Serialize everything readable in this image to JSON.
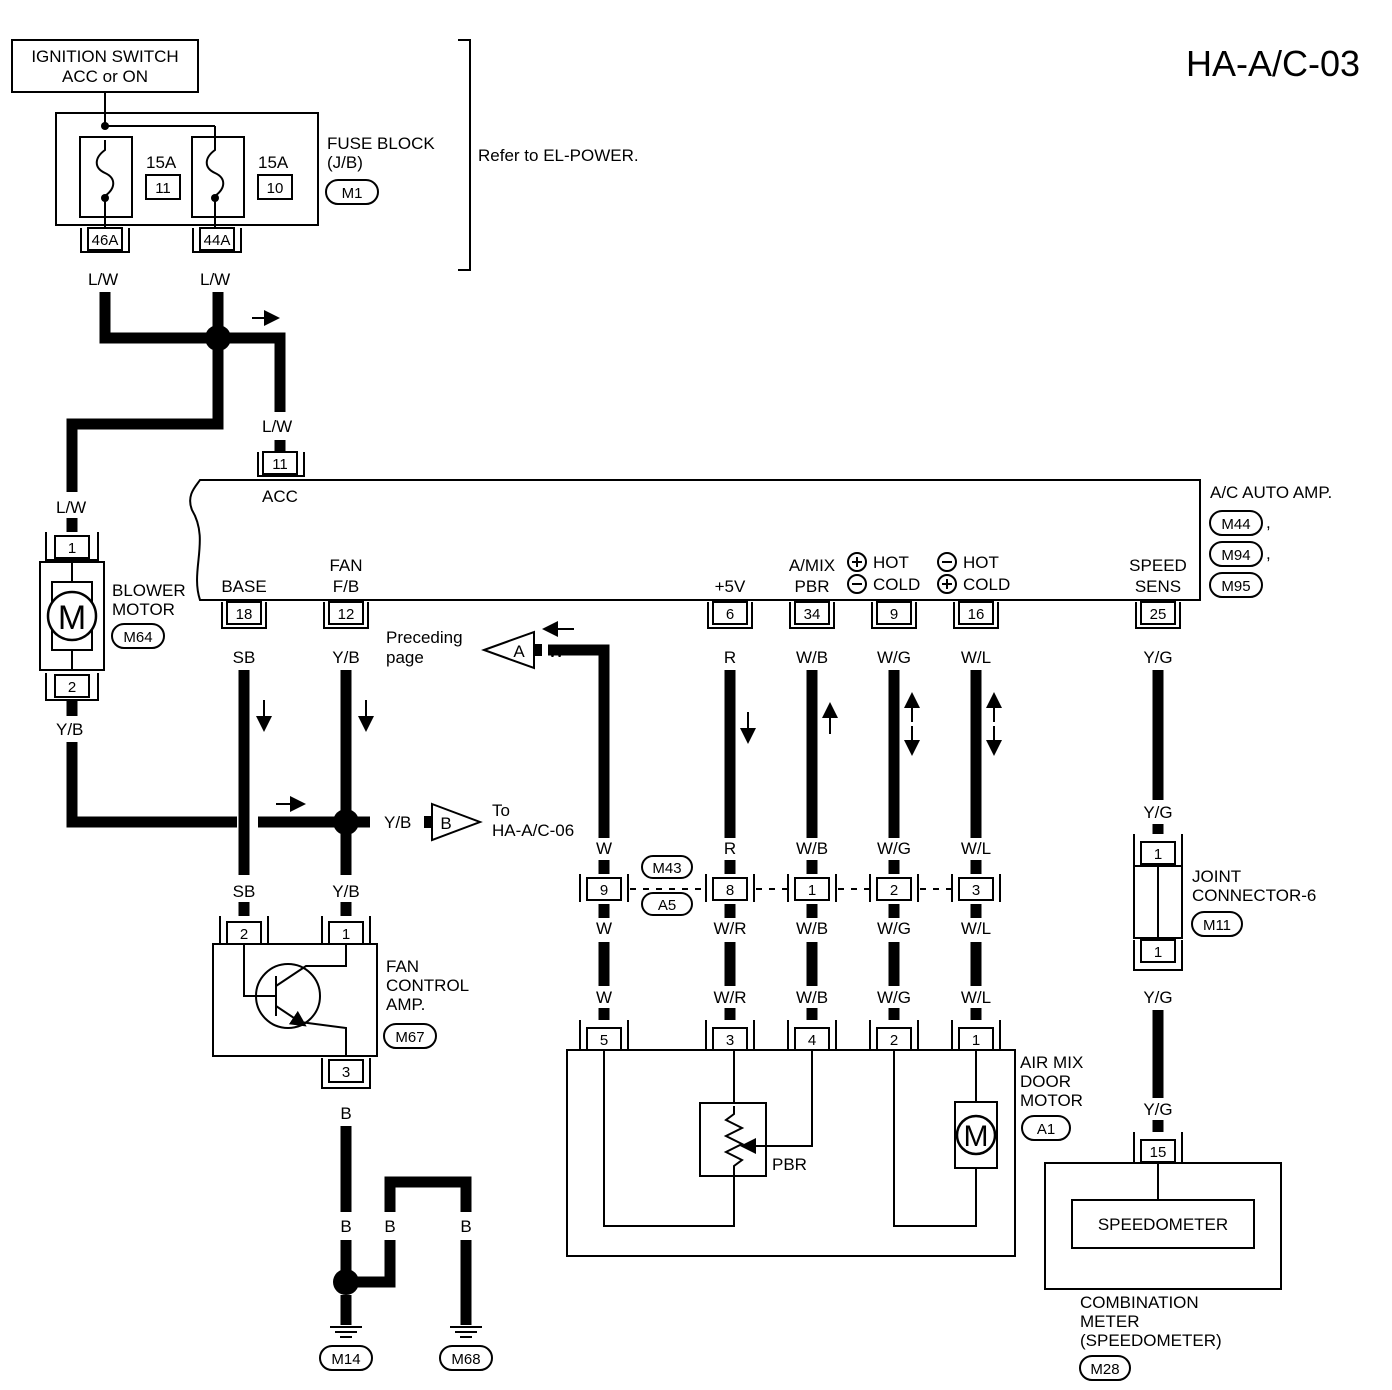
{
  "title": "HA-A/C-03",
  "ignition": {
    "line1": "IGNITION SWITCH",
    "line2": "ACC or ON"
  },
  "fuse_block": {
    "name_line1": "FUSE BLOCK",
    "name_line2": "(J/B)",
    "connector": "M1",
    "note": "Refer to EL-POWER.",
    "fuses": [
      {
        "amp": "15A",
        "number": "11",
        "terminal": "46A",
        "wire": "L/W"
      },
      {
        "amp": "15A",
        "number": "10",
        "terminal": "44A",
        "wire": "L/W"
      }
    ]
  },
  "blower_motor": {
    "name_line1": "BLOWER",
    "name_line2": "MOTOR",
    "connector": "M64",
    "symbol": "M",
    "pin_top": "1",
    "pin_bottom": "2",
    "wire_top": "L/W",
    "wire_bottom": "Y/B"
  },
  "ac_auto_amp": {
    "name": "A/C AUTO AMP.",
    "connectors": [
      "M44",
      "M94",
      "M95"
    ],
    "separator": ",",
    "acc_pin": "11",
    "acc_label": "ACC",
    "acc_wire": "L/W",
    "terminals": [
      {
        "label1": "",
        "label2": "BASE",
        "pin": "18",
        "wire": "SB"
      },
      {
        "label1": "FAN",
        "label2": "F/B",
        "pin": "12",
        "wire": "Y/B"
      },
      {
        "label1": "",
        "label2": "+5V",
        "pin": "6",
        "wire": "R"
      },
      {
        "label1": "A/MIX",
        "label2": "PBR",
        "pin": "34",
        "wire": "W/B"
      },
      {
        "label1": "HOT",
        "label2": "COLD",
        "pin": "9",
        "wire": "W/G"
      },
      {
        "label1": "HOT",
        "label2": "COLD",
        "pin": "16",
        "wire": "W/L"
      },
      {
        "label1": "SPEED",
        "label2": "SENS",
        "pin": "25",
        "wire": "Y/G"
      }
    ]
  },
  "preceding": {
    "line1": "Preceding",
    "line2": "page",
    "letter": "A",
    "wire": "W"
  },
  "to_next": {
    "line1": "To",
    "line2": "HA-A/C-06",
    "letter": "B",
    "wire": "Y/B"
  },
  "harness_connector": {
    "connectors": [
      "M43",
      "A5"
    ],
    "pins": [
      {
        "pin": "9",
        "wire_top": "W",
        "wire_bottom": "W"
      },
      {
        "pin": "8",
        "wire_top": "R",
        "wire_bottom": "W/R"
      },
      {
        "pin": "1",
        "wire_top": "W/B",
        "wire_bottom": "W/B"
      },
      {
        "pin": "2",
        "wire_top": "W/G",
        "wire_bottom": "W/G"
      },
      {
        "pin": "3",
        "wire_top": "W/L",
        "wire_bottom": "W/L"
      }
    ]
  },
  "fan_control_amp": {
    "name_line1": "FAN",
    "name_line2": "CONTROL",
    "name_line3": "AMP.",
    "connector": "M67",
    "pins": [
      "2",
      "1",
      "3"
    ],
    "wire_in_left": "SB",
    "wire_in_right": "Y/B",
    "wire_out": "B"
  },
  "grounds": {
    "wire": "B",
    "connectors": [
      "M14",
      "M68"
    ]
  },
  "air_mix_motor": {
    "name_line1": "AIR MIX",
    "name_line2": "DOOR",
    "name_line3": "MOTOR",
    "connector": "A1",
    "pbr_label": "PBR",
    "symbol": "M",
    "pins": [
      {
        "pin": "5",
        "wire": "W"
      },
      {
        "pin": "3",
        "wire": "W/R"
      },
      {
        "pin": "4",
        "wire": "W/B"
      },
      {
        "pin": "2",
        "wire": "W/G"
      },
      {
        "pin": "1",
        "wire": "W/L"
      }
    ]
  },
  "joint_connector": {
    "name_line1": "JOINT",
    "name_line2": "CONNECTOR-6",
    "connector": "M11",
    "pin_top": "1",
    "pin_bottom": "1",
    "wire": "Y/G"
  },
  "combination_meter": {
    "name_line1": "COMBINATION",
    "name_line2": "METER",
    "name_line3": "(SPEEDOMETER)",
    "connector": "M28",
    "pin": "15",
    "inner": "SPEEDOMETER",
    "wire": "Y/G"
  }
}
